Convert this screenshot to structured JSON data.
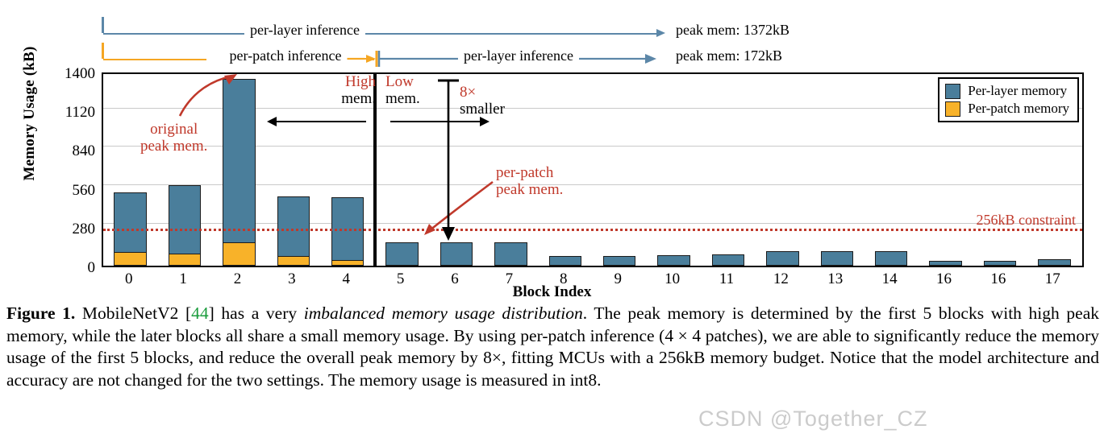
{
  "chart_data": {
    "type": "bar",
    "title": "",
    "xlabel": "Block Index",
    "ylabel": "Memory Usage (kB)",
    "ylim": [
      0,
      1400
    ],
    "yticks": [
      0,
      280,
      560,
      840,
      1120,
      1400
    ],
    "grid": true,
    "legend_position": "top-right",
    "categories": [
      "0",
      "1",
      "2",
      "3",
      "4",
      "5",
      "6",
      "7",
      "8",
      "9",
      "10",
      "11",
      "12",
      "13",
      "14",
      "16",
      "16",
      "17"
    ],
    "series": [
      {
        "name": "Per-layer memory",
        "color": "#4a7e9b",
        "values": [
          540,
          590,
          1372,
          510,
          505,
          172,
          172,
          172,
          72,
          72,
          78,
          80,
          108,
          108,
          108,
          38,
          38,
          46
        ]
      },
      {
        "name": "Per-patch memory",
        "color": "#f8b229",
        "values": [
          100,
          88,
          172,
          70,
          40,
          0,
          0,
          0,
          0,
          0,
          0,
          0,
          0,
          0,
          0,
          0,
          0,
          0
        ]
      }
    ],
    "constraint_line": {
      "value": 256,
      "label": "256kB constraint",
      "color": "#c0392b",
      "style": "dotted"
    },
    "divider_after_category": "4",
    "annotations": [
      {
        "name": "original-peak-mem",
        "text_lines": [
          "original",
          "peak mem."
        ],
        "color": "#c0392b"
      },
      {
        "name": "per-patch-peak-mem",
        "text_lines": [
          "per-patch",
          "peak mem."
        ],
        "color": "#c0392b"
      },
      {
        "name": "high-mem",
        "text_lines": [
          "High",
          "mem."
        ]
      },
      {
        "name": "low-mem",
        "text_lines": [
          "Low",
          "mem."
        ]
      },
      {
        "name": "eight-times-smaller",
        "text_lines": [
          "8×",
          "smaller"
        ]
      }
    ]
  },
  "top_annotations": {
    "row1": {
      "label": "per-layer inference",
      "peak_label": "peak mem: 1372kB",
      "color": "#5c87a8"
    },
    "row2": {
      "label_left": "per-patch inference",
      "label_right": "per-layer inference",
      "peak_label": "peak mem: 172kB",
      "color_left": "#f5a623",
      "color_right": "#5c87a8"
    }
  },
  "legend": {
    "items": [
      {
        "label": "Per-layer memory",
        "color": "#4a7e9b"
      },
      {
        "label": "Per-patch memory",
        "color": "#f8b229"
      }
    ]
  },
  "callouts": {
    "original_peak_1": "original",
    "original_peak_2": "peak mem.",
    "per_patch_peak_1": "per-patch",
    "per_patch_peak_2": "peak mem.",
    "high": "High",
    "high_mem": "mem.",
    "low": "Low",
    "low_mem": "mem.",
    "eight_x": "8×",
    "smaller": "smaller",
    "constraint": "256kB constraint"
  },
  "axis": {
    "ylabel": "Memory Usage (kB)",
    "xlabel": "Block Index",
    "yticks": [
      "1400",
      "1120",
      "840",
      "560",
      "280",
      "0"
    ],
    "xticks": [
      "0",
      "1",
      "2",
      "3",
      "4",
      "5",
      "6",
      "7",
      "8",
      "9",
      "10",
      "11",
      "12",
      "13",
      "14",
      "16",
      "16",
      "17"
    ]
  },
  "caption": {
    "figure_number": "Figure 1.",
    "part1": " MobileNetV2 [",
    "reference": "44",
    "part2": "] has a very ",
    "italic1": "imbalanced memory usage distribution",
    "part3": ". The peak memory is determined by the first 5 blocks with high peak memory, while the later blocks all share a small memory usage. By using per-patch inference (4 × 4 patches), we are able to significantly reduce the memory usage of the first 5 blocks, and reduce the overall peak memory by 8×, fitting MCUs with a 256kB memory budget. Notice that the model architecture and accuracy are not changed for the two settings. The memory usage is measured in int8."
  },
  "watermark": "CSDN @Together_CZ"
}
